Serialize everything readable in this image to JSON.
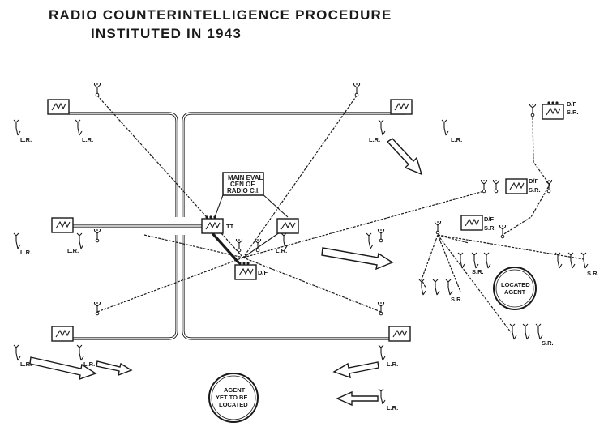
{
  "title": {
    "line1": "RADIO COUNTERINTELLIGENCE PROCEDURE",
    "line2": "INSTITUTED IN 1943"
  },
  "central_box": {
    "line1": "MAIN EVAL",
    "line2": "CEN OF",
    "line3": "RADIO C.I."
  },
  "labels": {
    "tt": "TT",
    "df": "D/F",
    "sr": "S.R.",
    "lr": "L.R."
  },
  "located_agent": {
    "line1": "LOCATED",
    "line2": "AGENT"
  },
  "unlocated_agent": {
    "line1": "AGENT",
    "line2": "YET TO BE",
    "line3": "LOCATED"
  },
  "colors": {
    "ink": "#1a1a1a",
    "paper": "#ffffff"
  },
  "icons": [
    "monitoring-station-box",
    "antenna-mast",
    "d-f-station-box",
    "direction-arrow"
  ]
}
